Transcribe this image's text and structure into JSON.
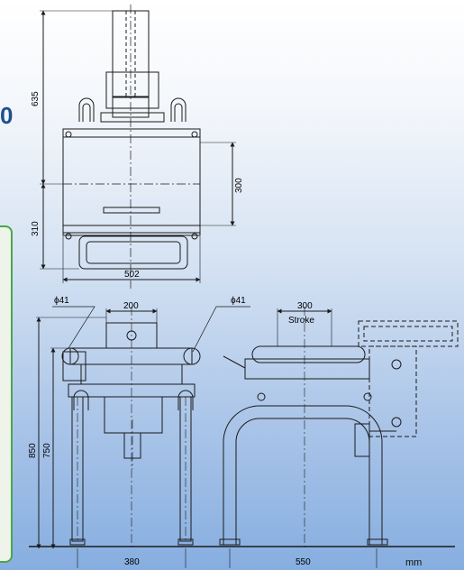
{
  "badge": "0",
  "dims": {
    "top_height": "635",
    "bottom_height": "310",
    "right_height": "300",
    "top_width": "502",
    "phi_left": "ϕ41",
    "width_200": "200",
    "phi_right": "ϕ41",
    "stroke_value": "300",
    "stroke_label": "Stroke",
    "height_850": "850",
    "height_750": "750",
    "width_380": "380",
    "width_550": "550",
    "unit": "mm"
  },
  "colors": {
    "line": "#1a1a1a",
    "accent_blue": "#1f4f8f",
    "panel_green": "#4aa64a"
  }
}
